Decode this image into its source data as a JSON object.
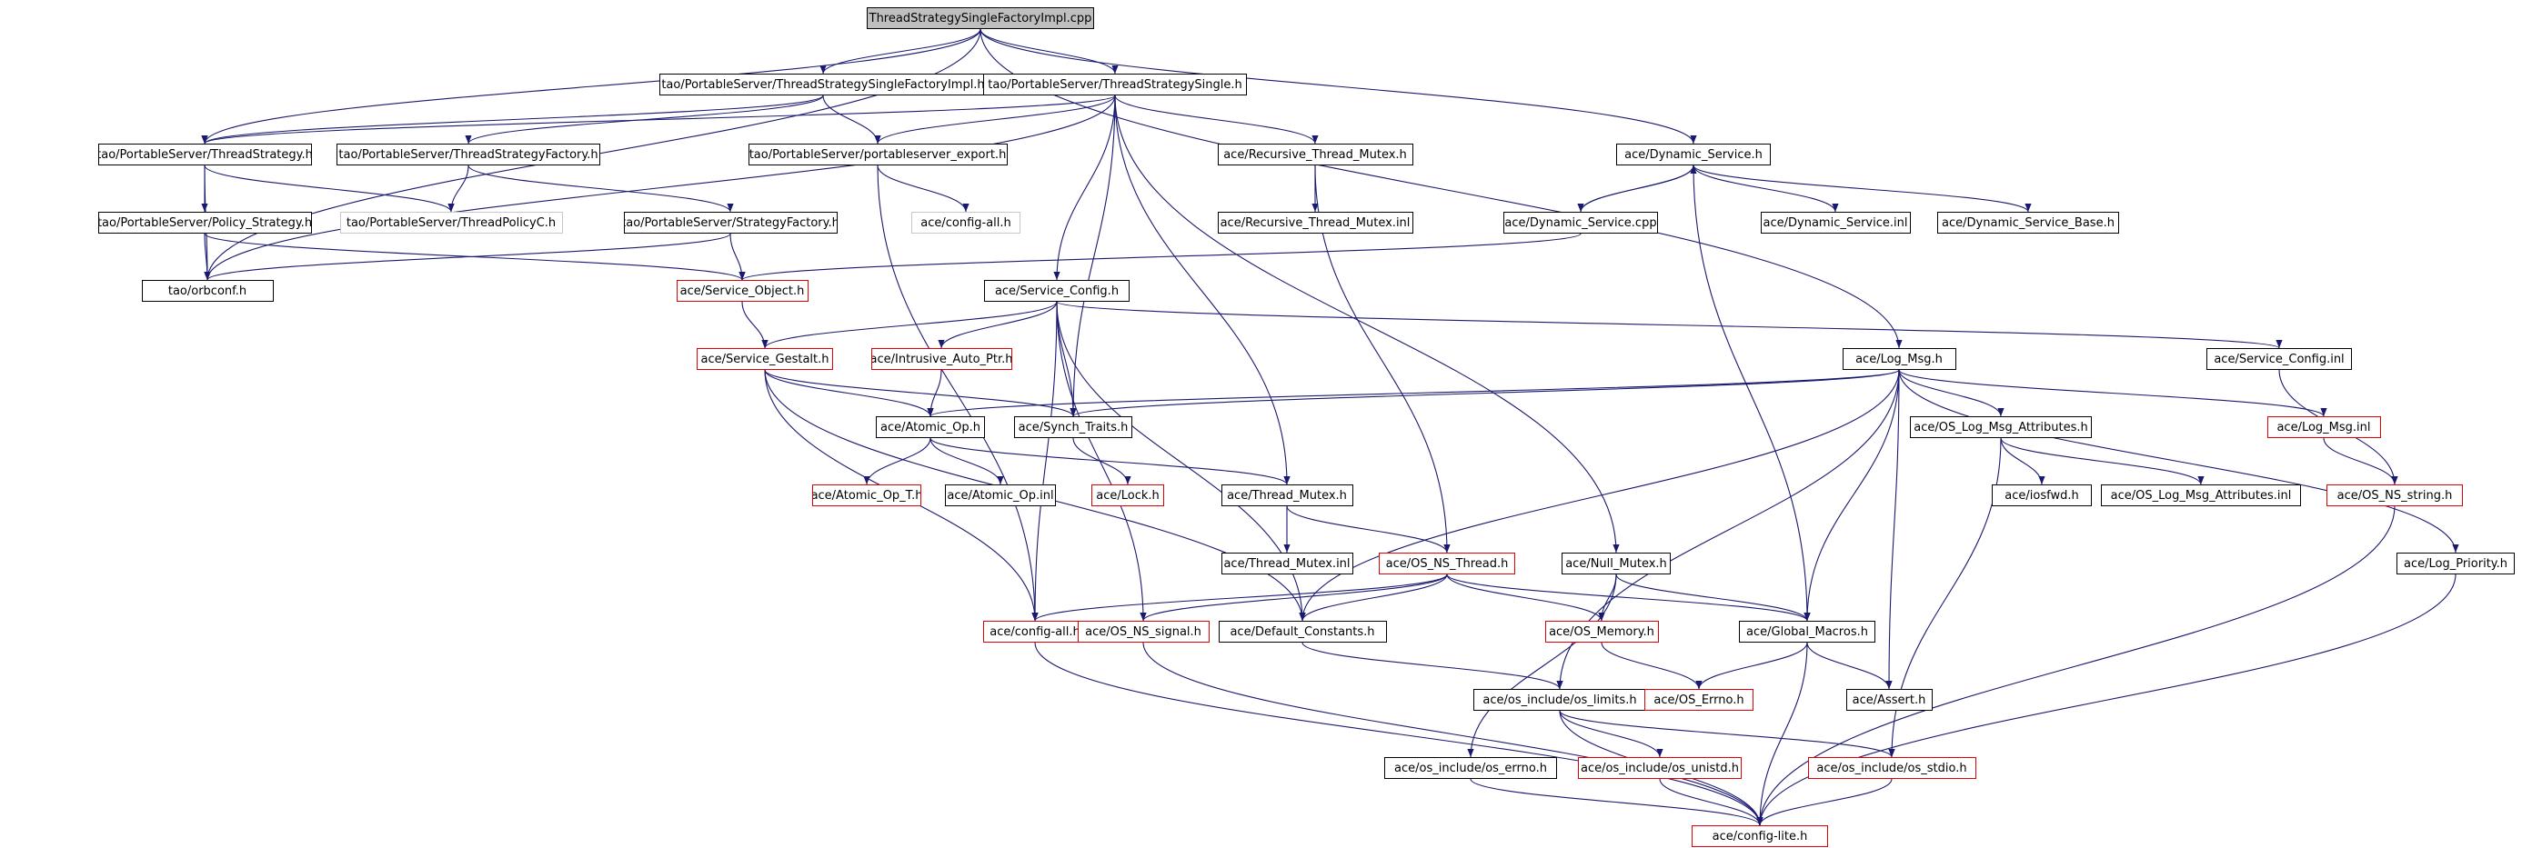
{
  "nodes": [
    {
      "id": "root",
      "label": "ThreadStrategySingleFactoryImpl.cpp",
      "kind": "root"
    },
    {
      "id": "tssfi_h",
      "label": "tao/PortableServer/ThreadStrategySingleFactoryImpl.h",
      "kind": "normal"
    },
    {
      "id": "tss_h",
      "label": "tao/PortableServer/ThreadStrategySingle.h",
      "kind": "normal"
    },
    {
      "id": "ts_h",
      "label": "tao/PortableServer/ThreadStrategy.h",
      "kind": "normal"
    },
    {
      "id": "tsf_h",
      "label": "tao/PortableServer/ThreadStrategyFactory.h",
      "kind": "normal"
    },
    {
      "id": "ps_export",
      "label": "tao/PortableServer/portableserver_export.h",
      "kind": "normal"
    },
    {
      "id": "rtm_h",
      "label": "ace/Recursive_Thread_Mutex.h",
      "kind": "normal"
    },
    {
      "id": "dyn_h",
      "label": "ace/Dynamic_Service.h",
      "kind": "normal"
    },
    {
      "id": "pol_h",
      "label": "tao/PortableServer/Policy_Strategy.h",
      "kind": "normal"
    },
    {
      "id": "tpc_h",
      "label": "tao/PortableServer/ThreadPolicyC.h",
      "kind": "gray"
    },
    {
      "id": "sf_h",
      "label": "tao/PortableServer/StrategyFactory.h",
      "kind": "normal"
    },
    {
      "id": "cfgall_gray",
      "label": "ace/config-all.h",
      "kind": "gray"
    },
    {
      "id": "rtm_inl",
      "label": "ace/Recursive_Thread_Mutex.inl",
      "kind": "normal"
    },
    {
      "id": "dyn_cpp",
      "label": "ace/Dynamic_Service.cpp",
      "kind": "normal"
    },
    {
      "id": "dyn_inl",
      "label": "ace/Dynamic_Service.inl",
      "kind": "normal"
    },
    {
      "id": "dynb_h",
      "label": "ace/Dynamic_Service_Base.h",
      "kind": "normal"
    },
    {
      "id": "orbconf",
      "label": "tao/orbconf.h",
      "kind": "normal"
    },
    {
      "id": "svcobj",
      "label": "ace/Service_Object.h",
      "kind": "red"
    },
    {
      "id": "svccfg",
      "label": "ace/Service_Config.h",
      "kind": "normal"
    },
    {
      "id": "gestalt",
      "label": "ace/Service_Gestalt.h",
      "kind": "red"
    },
    {
      "id": "iap",
      "label": "ace/Intrusive_Auto_Ptr.h",
      "kind": "red"
    },
    {
      "id": "logmsg",
      "label": "ace/Log_Msg.h",
      "kind": "normal"
    },
    {
      "id": "svccfg_inl",
      "label": "ace/Service_Config.inl",
      "kind": "normal"
    },
    {
      "id": "atomic_h",
      "label": "ace/Atomic_Op.h",
      "kind": "normal"
    },
    {
      "id": "synch",
      "label": "ace/Synch_Traits.h",
      "kind": "normal"
    },
    {
      "id": "oslma",
      "label": "ace/OS_Log_Msg_Attributes.h",
      "kind": "normal"
    },
    {
      "id": "logmsg_inl",
      "label": "ace/Log_Msg.inl",
      "kind": "red"
    },
    {
      "id": "atomicT",
      "label": "ace/Atomic_Op_T.h",
      "kind": "red"
    },
    {
      "id": "atomic_inl",
      "label": "ace/Atomic_Op.inl",
      "kind": "normal"
    },
    {
      "id": "lock",
      "label": "ace/Lock.h",
      "kind": "red"
    },
    {
      "id": "tm_h",
      "label": "ace/Thread_Mutex.h",
      "kind": "normal"
    },
    {
      "id": "iosfwd",
      "label": "ace/iosfwd.h",
      "kind": "normal"
    },
    {
      "id": "oslma_inl",
      "label": "ace/OS_Log_Msg_Attributes.inl",
      "kind": "normal"
    },
    {
      "id": "osnsstr",
      "label": "ace/OS_NS_string.h",
      "kind": "red"
    },
    {
      "id": "tm_inl",
      "label": "ace/Thread_Mutex.inl",
      "kind": "normal"
    },
    {
      "id": "osnsthr",
      "label": "ace/OS_NS_Thread.h",
      "kind": "red"
    },
    {
      "id": "nullm",
      "label": "ace/Null_Mutex.h",
      "kind": "normal"
    },
    {
      "id": "logprio",
      "label": "ace/Log_Priority.h",
      "kind": "normal"
    },
    {
      "id": "cfgall",
      "label": "ace/config-all.h",
      "kind": "red"
    },
    {
      "id": "osnssig",
      "label": "ace/OS_NS_signal.h",
      "kind": "red"
    },
    {
      "id": "defconst",
      "label": "ace/Default_Constants.h",
      "kind": "normal"
    },
    {
      "id": "osmem",
      "label": "ace/OS_Memory.h",
      "kind": "red"
    },
    {
      "id": "globmac",
      "label": "ace/Global_Macros.h",
      "kind": "normal"
    },
    {
      "id": "oslimits",
      "label": "ace/os_include/os_limits.h",
      "kind": "normal"
    },
    {
      "id": "oserrno_red",
      "label": "ace/OS_Errno.h",
      "kind": "red"
    },
    {
      "id": "assert",
      "label": "ace/Assert.h",
      "kind": "normal"
    },
    {
      "id": "oserrno",
      "label": "ace/os_include/os_errno.h",
      "kind": "normal"
    },
    {
      "id": "osunistd",
      "label": "ace/os_include/os_unistd.h",
      "kind": "red"
    },
    {
      "id": "osstdio",
      "label": "ace/os_include/os_stdio.h",
      "kind": "red"
    },
    {
      "id": "cfglite",
      "label": "ace/config-lite.h",
      "kind": "red"
    }
  ],
  "edges": [
    [
      "root",
      "tssfi_h"
    ],
    [
      "root",
      "tss_h"
    ],
    [
      "root",
      "ts_h"
    ],
    [
      "root",
      "orbconf"
    ],
    [
      "root",
      "dyn_h"
    ],
    [
      "root",
      "logmsg"
    ],
    [
      "tssfi_h",
      "tsf_h"
    ],
    [
      "tssfi_h",
      "ps_export"
    ],
    [
      "tssfi_h",
      "ts_h"
    ],
    [
      "tss_h",
      "ts_h"
    ],
    [
      "tss_h",
      "ps_export"
    ],
    [
      "tss_h",
      "rtm_h"
    ],
    [
      "tss_h",
      "svccfg"
    ],
    [
      "tss_h",
      "synch"
    ],
    [
      "tss_h",
      "tm_h"
    ],
    [
      "tss_h",
      "nullm"
    ],
    [
      "tss_h",
      "orbconf"
    ],
    [
      "ts_h",
      "pol_h"
    ],
    [
      "ts_h",
      "tpc_h"
    ],
    [
      "ts_h",
      "orbconf"
    ],
    [
      "tsf_h",
      "sf_h"
    ],
    [
      "tsf_h",
      "tpc_h"
    ],
    [
      "ps_export",
      "cfgall_gray"
    ],
    [
      "ps_export",
      "cfgall"
    ],
    [
      "rtm_h",
      "rtm_inl"
    ],
    [
      "rtm_h",
      "osnsthr"
    ],
    [
      "dyn_h",
      "dyn_cpp"
    ],
    [
      "dyn_h",
      "dyn_inl"
    ],
    [
      "dyn_h",
      "dynb_h"
    ],
    [
      "dyn_h",
      "globmac"
    ],
    [
      "dyn_cpp",
      "dyn_h"
    ],
    [
      "dyn_cpp",
      "svcobj"
    ],
    [
      "pol_h",
      "orbconf"
    ],
    [
      "pol_h",
      "svcobj"
    ],
    [
      "sf_h",
      "orbconf"
    ],
    [
      "sf_h",
      "svcobj"
    ],
    [
      "svcobj",
      "gestalt"
    ],
    [
      "svccfg",
      "gestalt"
    ],
    [
      "svccfg",
      "iap"
    ],
    [
      "svccfg",
      "synch"
    ],
    [
      "svccfg",
      "svccfg_inl"
    ],
    [
      "svccfg",
      "defconst"
    ],
    [
      "svccfg",
      "cfgall"
    ],
    [
      "svccfg",
      "osnssig"
    ],
    [
      "gestalt",
      "atomic_h"
    ],
    [
      "gestalt",
      "synch"
    ],
    [
      "gestalt",
      "defconst"
    ],
    [
      "gestalt",
      "cfgall"
    ],
    [
      "iap",
      "atomic_h"
    ],
    [
      "logmsg",
      "atomic_h"
    ],
    [
      "logmsg",
      "synch"
    ],
    [
      "logmsg",
      "oslma"
    ],
    [
      "logmsg",
      "logmsg_inl"
    ],
    [
      "logmsg",
      "logprio"
    ],
    [
      "logmsg",
      "defconst"
    ],
    [
      "logmsg",
      "globmac"
    ],
    [
      "logmsg",
      "assert"
    ],
    [
      "logmsg",
      "oslimits"
    ],
    [
      "svccfg_inl",
      "osnsstr"
    ],
    [
      "atomic_h",
      "atomicT"
    ],
    [
      "atomic_h",
      "atomic_inl"
    ],
    [
      "atomic_h",
      "tm_h"
    ],
    [
      "synch",
      "lock"
    ],
    [
      "oslma",
      "iosfwd"
    ],
    [
      "oslma",
      "oslma_inl"
    ],
    [
      "oslma",
      "osstdio"
    ],
    [
      "logmsg_inl",
      "osnsstr"
    ],
    [
      "tm_h",
      "tm_inl"
    ],
    [
      "tm_h",
      "osnsthr"
    ],
    [
      "osnsstr",
      "cfglite"
    ],
    [
      "osnsthr",
      "cfgall"
    ],
    [
      "osnsthr",
      "osnssig"
    ],
    [
      "osnsthr",
      "osmem"
    ],
    [
      "osnsthr",
      "globmac"
    ],
    [
      "osnsthr",
      "defconst"
    ],
    [
      "nullm",
      "globmac"
    ],
    [
      "nullm",
      "oserrno"
    ],
    [
      "nullm",
      "osmem"
    ],
    [
      "logprio",
      "cfglite"
    ],
    [
      "cfgall",
      "cfglite"
    ],
    [
      "osnssig",
      "cfglite"
    ],
    [
      "defconst",
      "oslimits"
    ],
    [
      "osmem",
      "oserrno_red"
    ],
    [
      "globmac",
      "oserrno_red"
    ],
    [
      "globmac",
      "assert"
    ],
    [
      "globmac",
      "cfglite"
    ],
    [
      "oslimits",
      "osunistd"
    ],
    [
      "oslimits",
      "osstdio"
    ],
    [
      "oslimits",
      "cfglite"
    ],
    [
      "oserrno",
      "cfglite"
    ],
    [
      "osunistd",
      "cfglite"
    ],
    [
      "osstdio",
      "cfglite"
    ]
  ]
}
